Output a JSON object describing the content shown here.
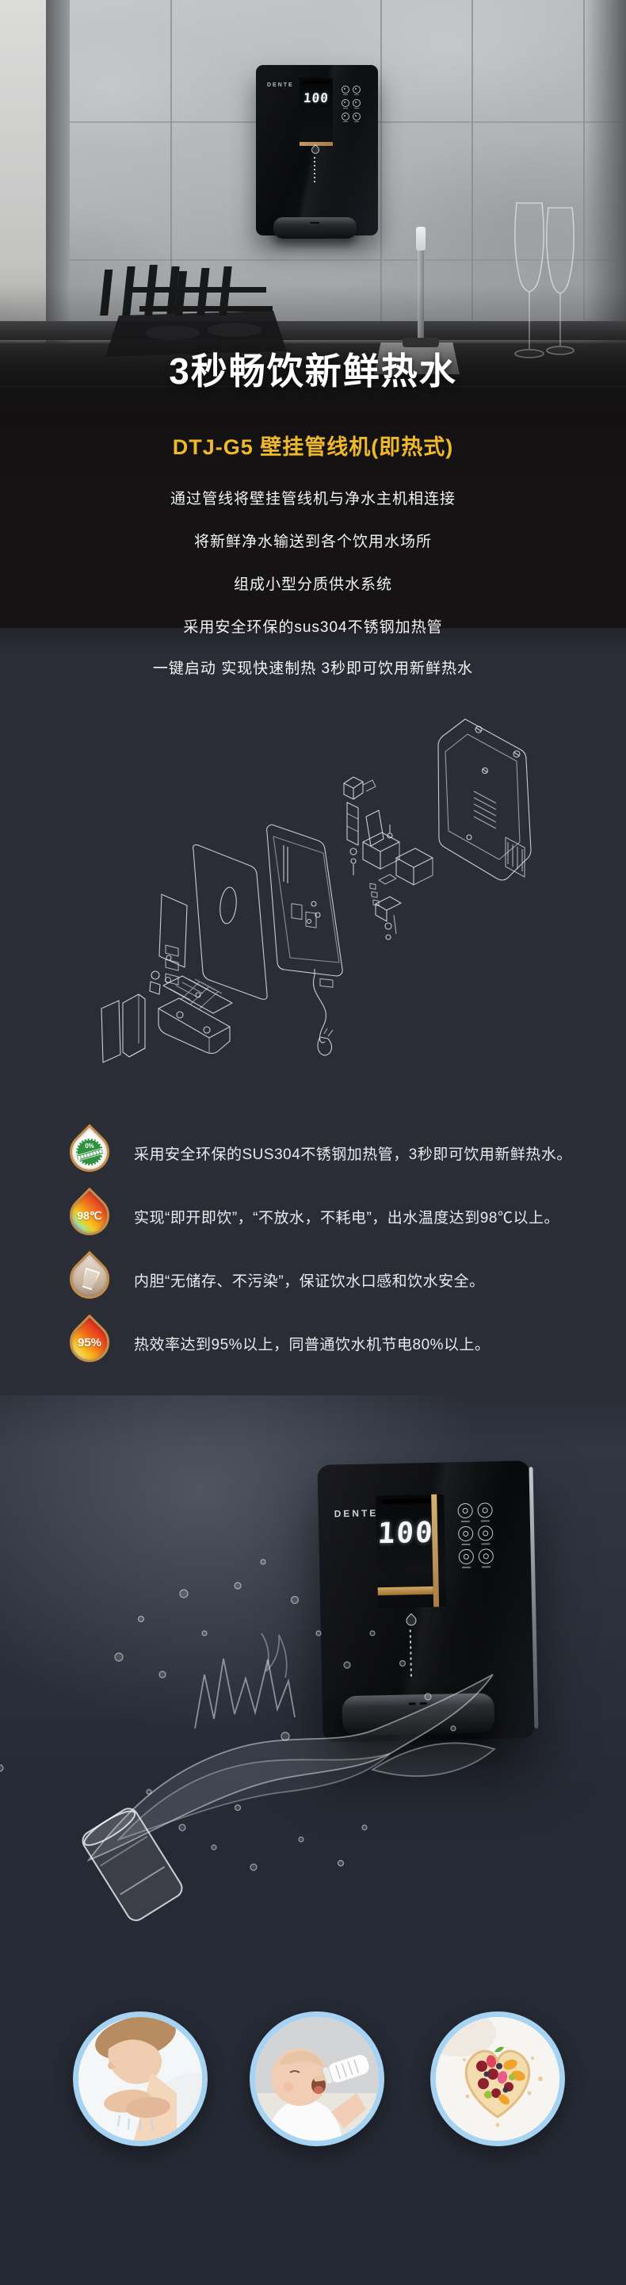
{
  "hero": {
    "device": {
      "brand": "DENTE",
      "display": "100"
    }
  },
  "intro": {
    "title": "3秒畅饮新鲜热水",
    "model": "DTJ-G5 壁挂管线机(即热式)",
    "lines": [
      "通过管线将壁挂管线机与净水主机相连接",
      "将新鲜净水输送到各个饮用水场所",
      "组成小型分质供水系统",
      "采用安全环保的sus304不锈钢加热管",
      "一键启动 实现快速制热 3秒即可饮用新鲜热水"
    ]
  },
  "features": [
    {
      "icon": "eco-seal-drop-icon",
      "badge": "0%",
      "text": "采用安全环保的SUS304不锈钢加热管，3秒即可饮用新鲜热水。"
    },
    {
      "icon": "temperature-drop-icon",
      "badge": "98℃",
      "text": "实现“即开即饮”，“不放水，不耗电”，出水温度达到98℃以上。"
    },
    {
      "icon": "purity-glass-drop-icon",
      "badge": "",
      "text": "内胆“无储存、不污染”，保证饮水口感和饮水安全。"
    },
    {
      "icon": "efficiency-drop-icon",
      "badge": "95%",
      "text": "热效率达到95%以上，同普通饮水机节电80%以上。"
    }
  ],
  "product": {
    "device": {
      "brand": "DENTE",
      "display": "100"
    }
  },
  "gallery": {
    "items": [
      {
        "name": "woman-washing-face-photo"
      },
      {
        "name": "baby-bottle-feeding-photo"
      },
      {
        "name": "fruit-dessert-heart-photo"
      }
    ]
  },
  "colors": {
    "model_yellow": "#efb92a",
    "accent_gold": "#c49a5e",
    "badge_green": "#2f9140",
    "circle_border_blue": "#a6d3f2",
    "slate_bg": "#2a2d36",
    "navy_bg": "#252933"
  }
}
